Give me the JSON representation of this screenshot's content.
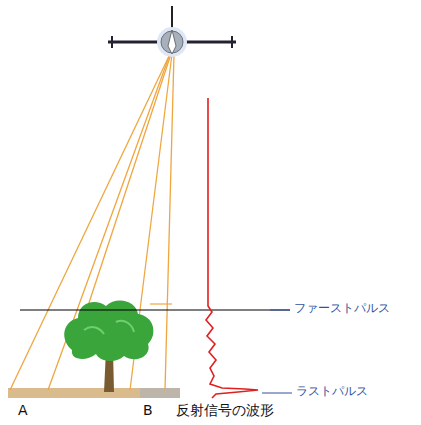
{
  "diagram": {
    "labels": [
      "ファーストパルス",
      "ラストパルス",
      "A",
      "B",
      "反射信号の波形"
    ]
  }
}
